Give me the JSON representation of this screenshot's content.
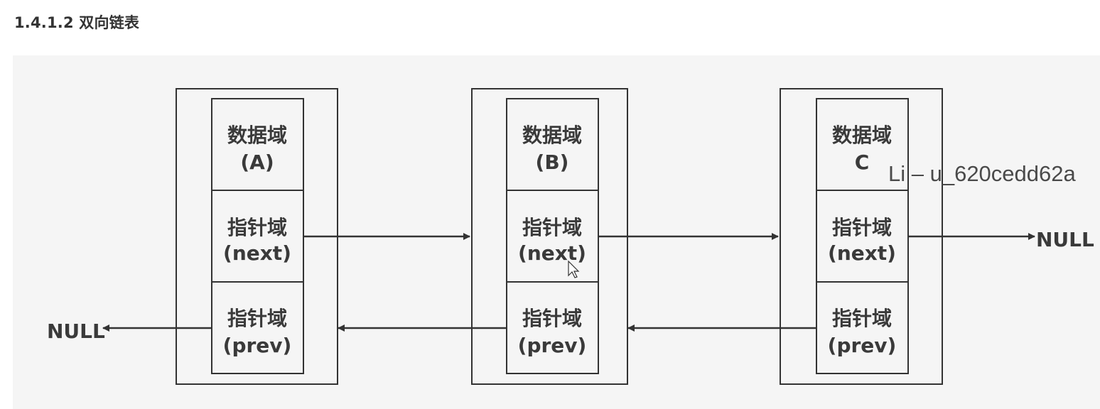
{
  "heading": "1.4.1.2 双向链表",
  "nodes": [
    {
      "data": {
        "line1": "数据域",
        "line2": "(A)"
      },
      "next": {
        "line1": "指针域",
        "line2": "(next)"
      },
      "prev": {
        "line1": "指针域",
        "line2": "(prev)"
      }
    },
    {
      "data": {
        "line1": "数据域",
        "line2": "(B)"
      },
      "next": {
        "line1": "指针域",
        "line2": "(next)"
      },
      "prev": {
        "line1": "指针域",
        "line2": "(prev)"
      }
    },
    {
      "data": {
        "line1": "数据域",
        "line2": "C"
      },
      "next": {
        "line1": "指针域",
        "line2": "(next)"
      },
      "prev": {
        "line1": "指针域",
        "line2": "(prev)"
      }
    }
  ],
  "null_left": "NULL",
  "null_right": "NULL",
  "watermark": "Li – u_620cedd62a",
  "colors": {
    "line": "#333333",
    "text": "#3a3a3a",
    "panel": "#f5f5f5"
  }
}
